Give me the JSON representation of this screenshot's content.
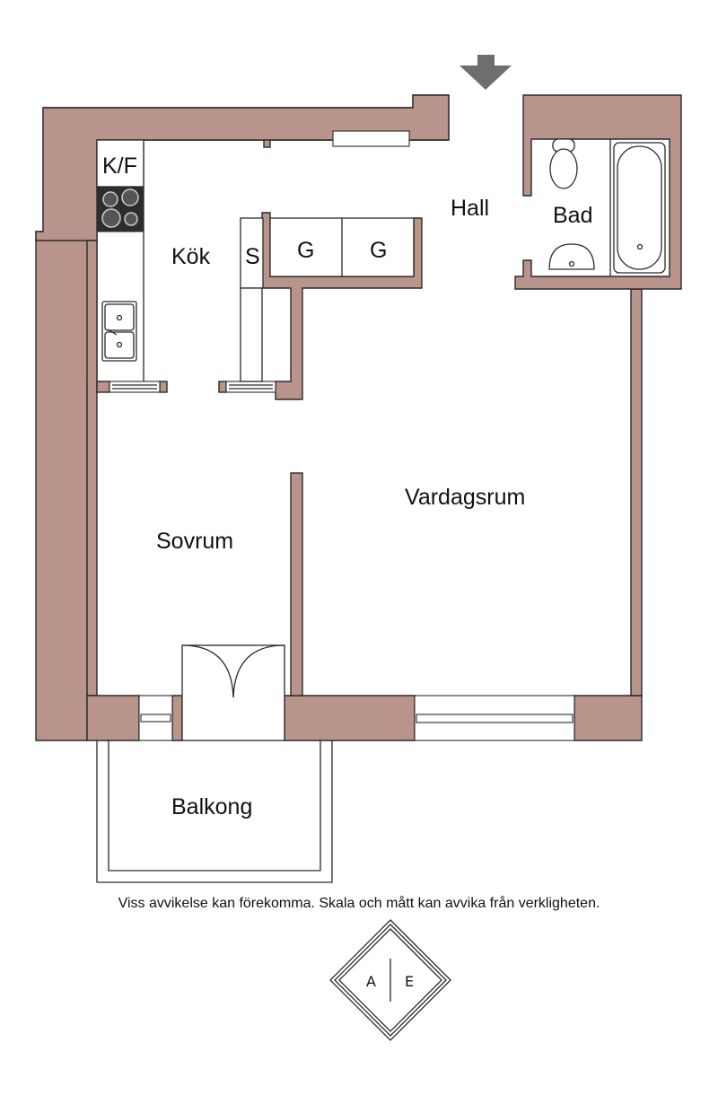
{
  "rooms": {
    "kf": "K/F",
    "kok": "Kök",
    "s": "S",
    "g1": "G",
    "g2": "G",
    "hall": "Hall",
    "bad": "Bad",
    "vardagsrum": "Vardagsrum",
    "sovrum": "Sovrum",
    "balkong": "Balkong"
  },
  "disclaimer": "Viss avvikelse kan förekomma. Skala och mått kan avvika från verkligheten.",
  "logo": {
    "left": "A",
    "right": "E"
  },
  "colors": {
    "wall": "#b8948a",
    "line": "#2a2a2a",
    "arrow": "#6e6e6e"
  },
  "icons": [
    "entrance-arrow-icon",
    "stove-icon",
    "sink-icon",
    "toilet-icon",
    "washbasin-icon",
    "bathtub-icon",
    "door-swing-icon",
    "window-icon"
  ]
}
